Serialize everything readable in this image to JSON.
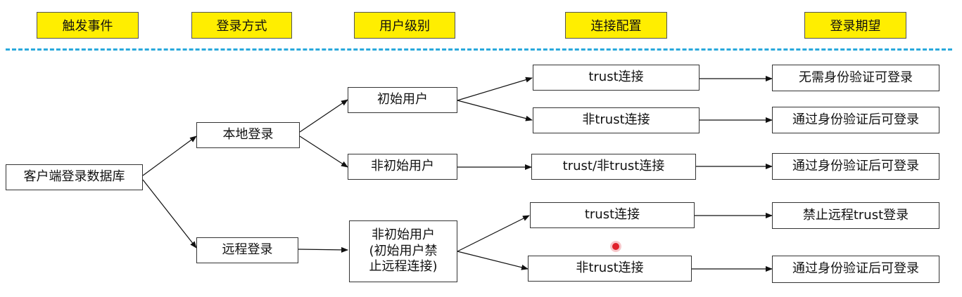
{
  "headers": {
    "event": "触发事件",
    "login_method": "登录方式",
    "user_level": "用户级别",
    "conn_config": "连接配置",
    "expectation": "登录期望"
  },
  "nodes": {
    "client": "客户端登录数据库",
    "local": "本地登录",
    "remote": "远程登录",
    "initial_user": "初始用户",
    "non_initial_user": "非初始用户",
    "remote_user_line1": "非初始用户",
    "remote_user_line2": "(初始用户禁",
    "remote_user_line3": "止远程连接)",
    "trust_1": "trust连接",
    "nontrust_1": "非trust连接",
    "trust_nontrust": "trust/非trust连接",
    "trust_2": "trust连接",
    "nontrust_2": "非trust连接",
    "exp_1": "无需身份验证可登录",
    "exp_2": "通过身份验证后可登录",
    "exp_3": "通过身份验证后可登录",
    "exp_4": "禁止远程trust登录",
    "exp_5": "通过身份验证后可登录"
  },
  "colors": {
    "header_fill": "#ffee00",
    "divider": "#29a9dc",
    "cursor_dot": "#e0202a"
  }
}
